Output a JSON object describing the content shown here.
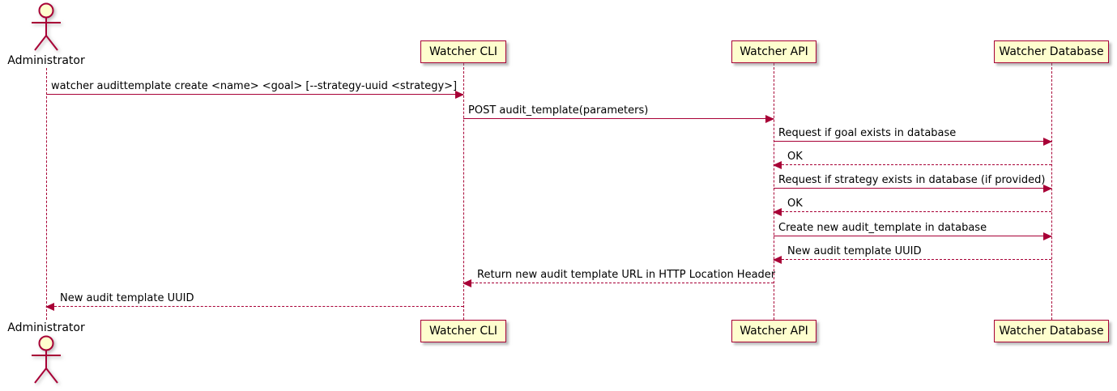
{
  "diagram": {
    "type": "sequence",
    "actor": {
      "name": "Administrator"
    },
    "participants": [
      {
        "label": "Watcher CLI"
      },
      {
        "label": "Watcher API"
      },
      {
        "label": "Watcher Database"
      }
    ],
    "messages": [
      {
        "from": "Administrator",
        "to": "Watcher CLI",
        "label": "watcher audittemplate create <name> <goal> [--strategy-uuid <strategy>]",
        "line": "solid"
      },
      {
        "from": "Watcher CLI",
        "to": "Watcher API",
        "label": "POST audit_template(parameters)",
        "line": "solid"
      },
      {
        "from": "Watcher API",
        "to": "Watcher Database",
        "label": "Request if goal exists in database",
        "line": "solid"
      },
      {
        "from": "Watcher Database",
        "to": "Watcher API",
        "label": "OK",
        "line": "dashed"
      },
      {
        "from": "Watcher API",
        "to": "Watcher Database",
        "label": "Request if strategy exists in database (if provided)",
        "line": "solid"
      },
      {
        "from": "Watcher Database",
        "to": "Watcher API",
        "label": "OK",
        "line": "dashed"
      },
      {
        "from": "Watcher API",
        "to": "Watcher Database",
        "label": "Create new audit_template in database",
        "line": "solid"
      },
      {
        "from": "Watcher Database",
        "to": "Watcher API",
        "label": "New audit template UUID",
        "line": "dashed"
      },
      {
        "from": "Watcher API",
        "to": "Watcher CLI",
        "label": "Return new audit template URL in HTTP Location Header",
        "line": "dashed"
      },
      {
        "from": "Watcher CLI",
        "to": "Administrator",
        "label": "New audit template UUID",
        "line": "dashed"
      }
    ],
    "colors": {
      "participant_fill": "#FEFECE",
      "border": "#A80036",
      "arrow": "#A80036",
      "text": "#000000",
      "background": "#FFFFFF"
    }
  }
}
